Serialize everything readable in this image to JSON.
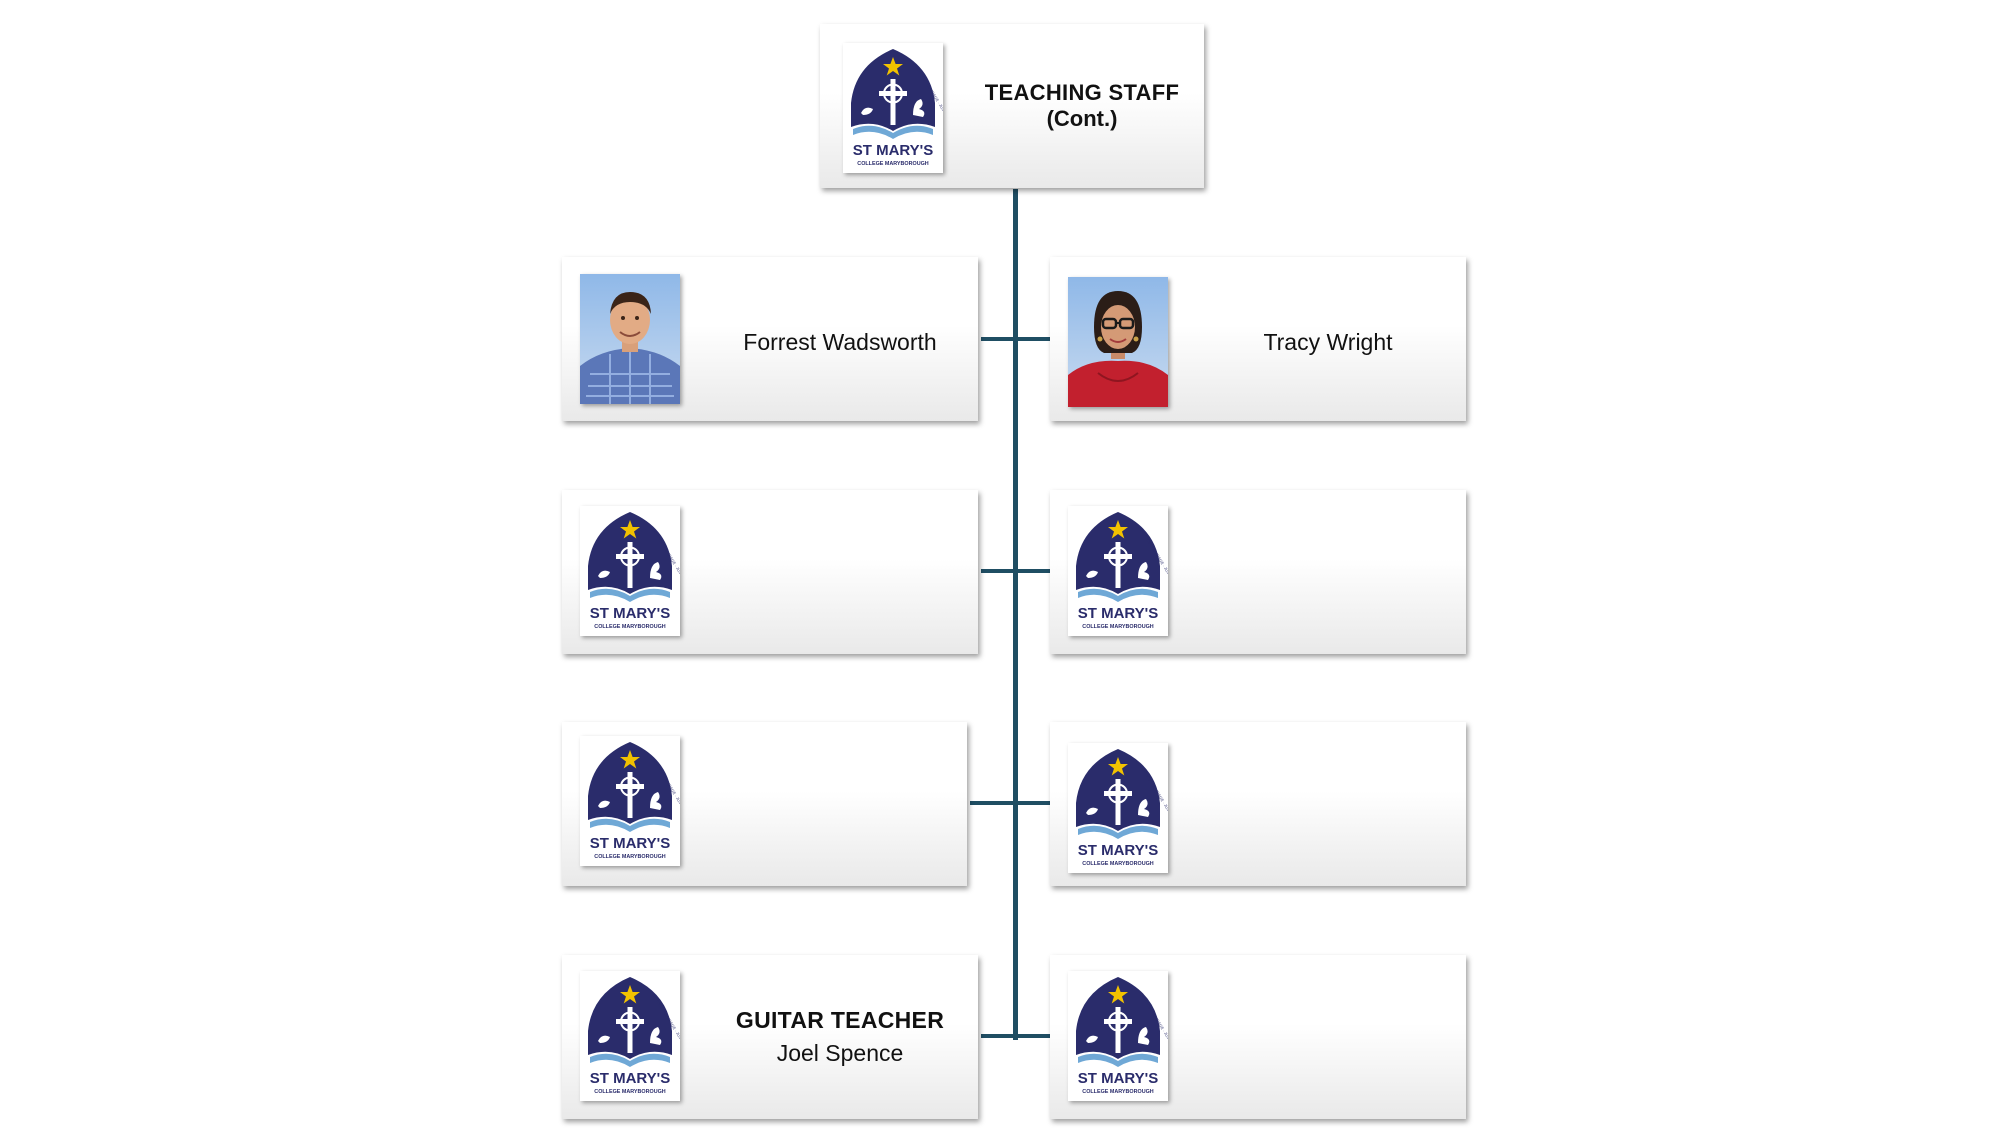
{
  "header": {
    "title": "TEACHING STAFF",
    "subtitle": "(Cont.)",
    "logo": "st-marys-college-crest"
  },
  "logo_text": {
    "name": "ST MARY'S",
    "place": "COLLEGE MARYBOROUGH",
    "motto": "SERVICE · COURAGE · JUSTICE"
  },
  "staff": [
    {
      "name": "Forrest Wadsworth",
      "role": "",
      "image": "staff-photo"
    },
    {
      "name": "Tracy Wright",
      "role": "",
      "image": "staff-photo"
    },
    {
      "name": "",
      "role": "",
      "image": "st-marys-college-crest"
    },
    {
      "name": "",
      "role": "",
      "image": "st-marys-college-crest"
    },
    {
      "name": "",
      "role": "",
      "image": "st-marys-college-crest"
    },
    {
      "name": "",
      "role": "",
      "image": "st-marys-college-crest"
    },
    {
      "name": "Joel Spence",
      "role": "GUITAR TEACHER",
      "image": "st-marys-college-crest"
    },
    {
      "name": "",
      "role": "",
      "image": "st-marys-college-crest"
    }
  ],
  "colors": {
    "connector": "#1f4e63",
    "crest_navy": "#2a2c6b",
    "crest_star": "#f2c200",
    "crest_wave": "#6fa8d6"
  }
}
